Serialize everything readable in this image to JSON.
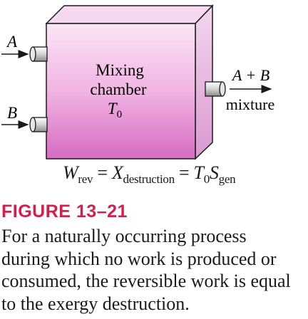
{
  "diagram": {
    "chamber_line1": "Mixing",
    "chamber_line2": "chamber",
    "chamber_temp_main": "T",
    "chamber_temp_sub": "0",
    "inlet_a": "A",
    "inlet_b": "B",
    "outlet_top": "A + B",
    "outlet_bottom": "mixture"
  },
  "equation": {
    "w": "W",
    "w_sub": "rev",
    "eq1": " = ",
    "x": "X",
    "x_sub": "destruction",
    "eq2": " = ",
    "t": "T",
    "t_sub": "0",
    "s": "S",
    "s_sub": "gen"
  },
  "figure_label": "FIGURE 13–21",
  "caption_lines": [
    "For a naturally occurring process",
    "during which no work is produced or",
    "consumed, the reversible work is equal",
    "to the exergy destruction."
  ],
  "colors": {
    "chamber_front_top": "#fbe6f6",
    "chamber_front_mid": "#efa8de",
    "chamber_front_bottom": "#d870c4",
    "chamber_top_face": "#f6d8f0",
    "chamber_side_face": "#e8b4e0",
    "figure_label": "#d11f4e"
  }
}
